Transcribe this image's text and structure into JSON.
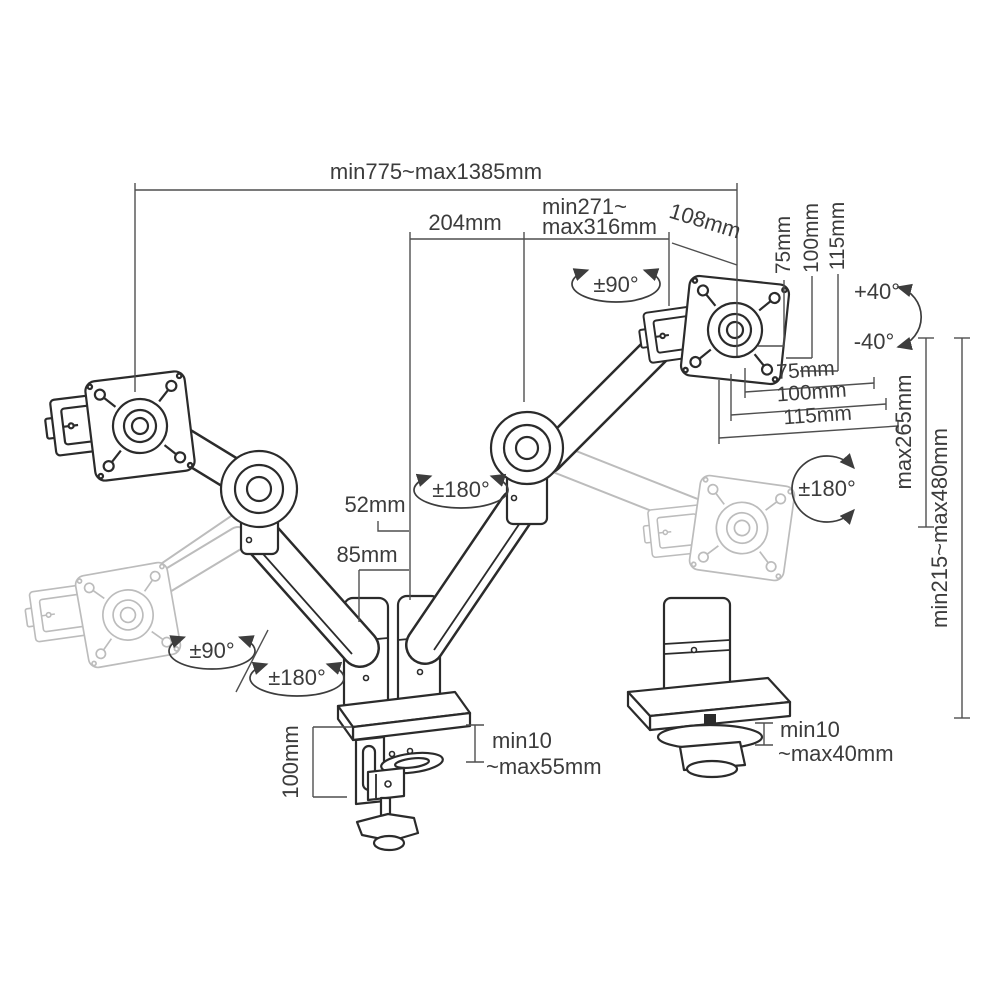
{
  "diagram": {
    "subject": "dual monitor desk mount arm - dimension and motion-range drawing",
    "background": "#ffffff",
    "line_color": "#2b2b2b",
    "ghost_color": "#bcbcbc",
    "dim_color": "#4f4f4f",
    "text_color": "#3c3c3c",
    "labels": {
      "reach_total": "min775~max1385mm",
      "reach_rear": "204mm",
      "reach_front_line1": "min271~",
      "reach_front_line2": "max316mm",
      "head_offset": "108mm",
      "vesa_col_75": "75mm",
      "vesa_col_100": "100mm",
      "vesa_col_115": "115mm",
      "tilt_up": "+40°",
      "tilt_down": "-40°",
      "vesa_row_75": "75mm",
      "vesa_row_100": "100mm",
      "vesa_row_115": "115mm",
      "lift_max": "max265mm",
      "height_range": "min215~max480mm",
      "head_rotate_right": "±180°",
      "head_swivel_top": "±90°",
      "arm_rotate_mid": "±180°",
      "offset_upper": "52mm",
      "offset_lower": "85mm",
      "base_swivel_left": "±90°",
      "arm_rotate_left": "±180°",
      "clamp_height": "100mm",
      "clamp_thickness_min": "min10",
      "clamp_thickness_max": "~max55mm",
      "grommet_thickness_min": "min10",
      "grommet_thickness_max": "~max40mm"
    }
  }
}
